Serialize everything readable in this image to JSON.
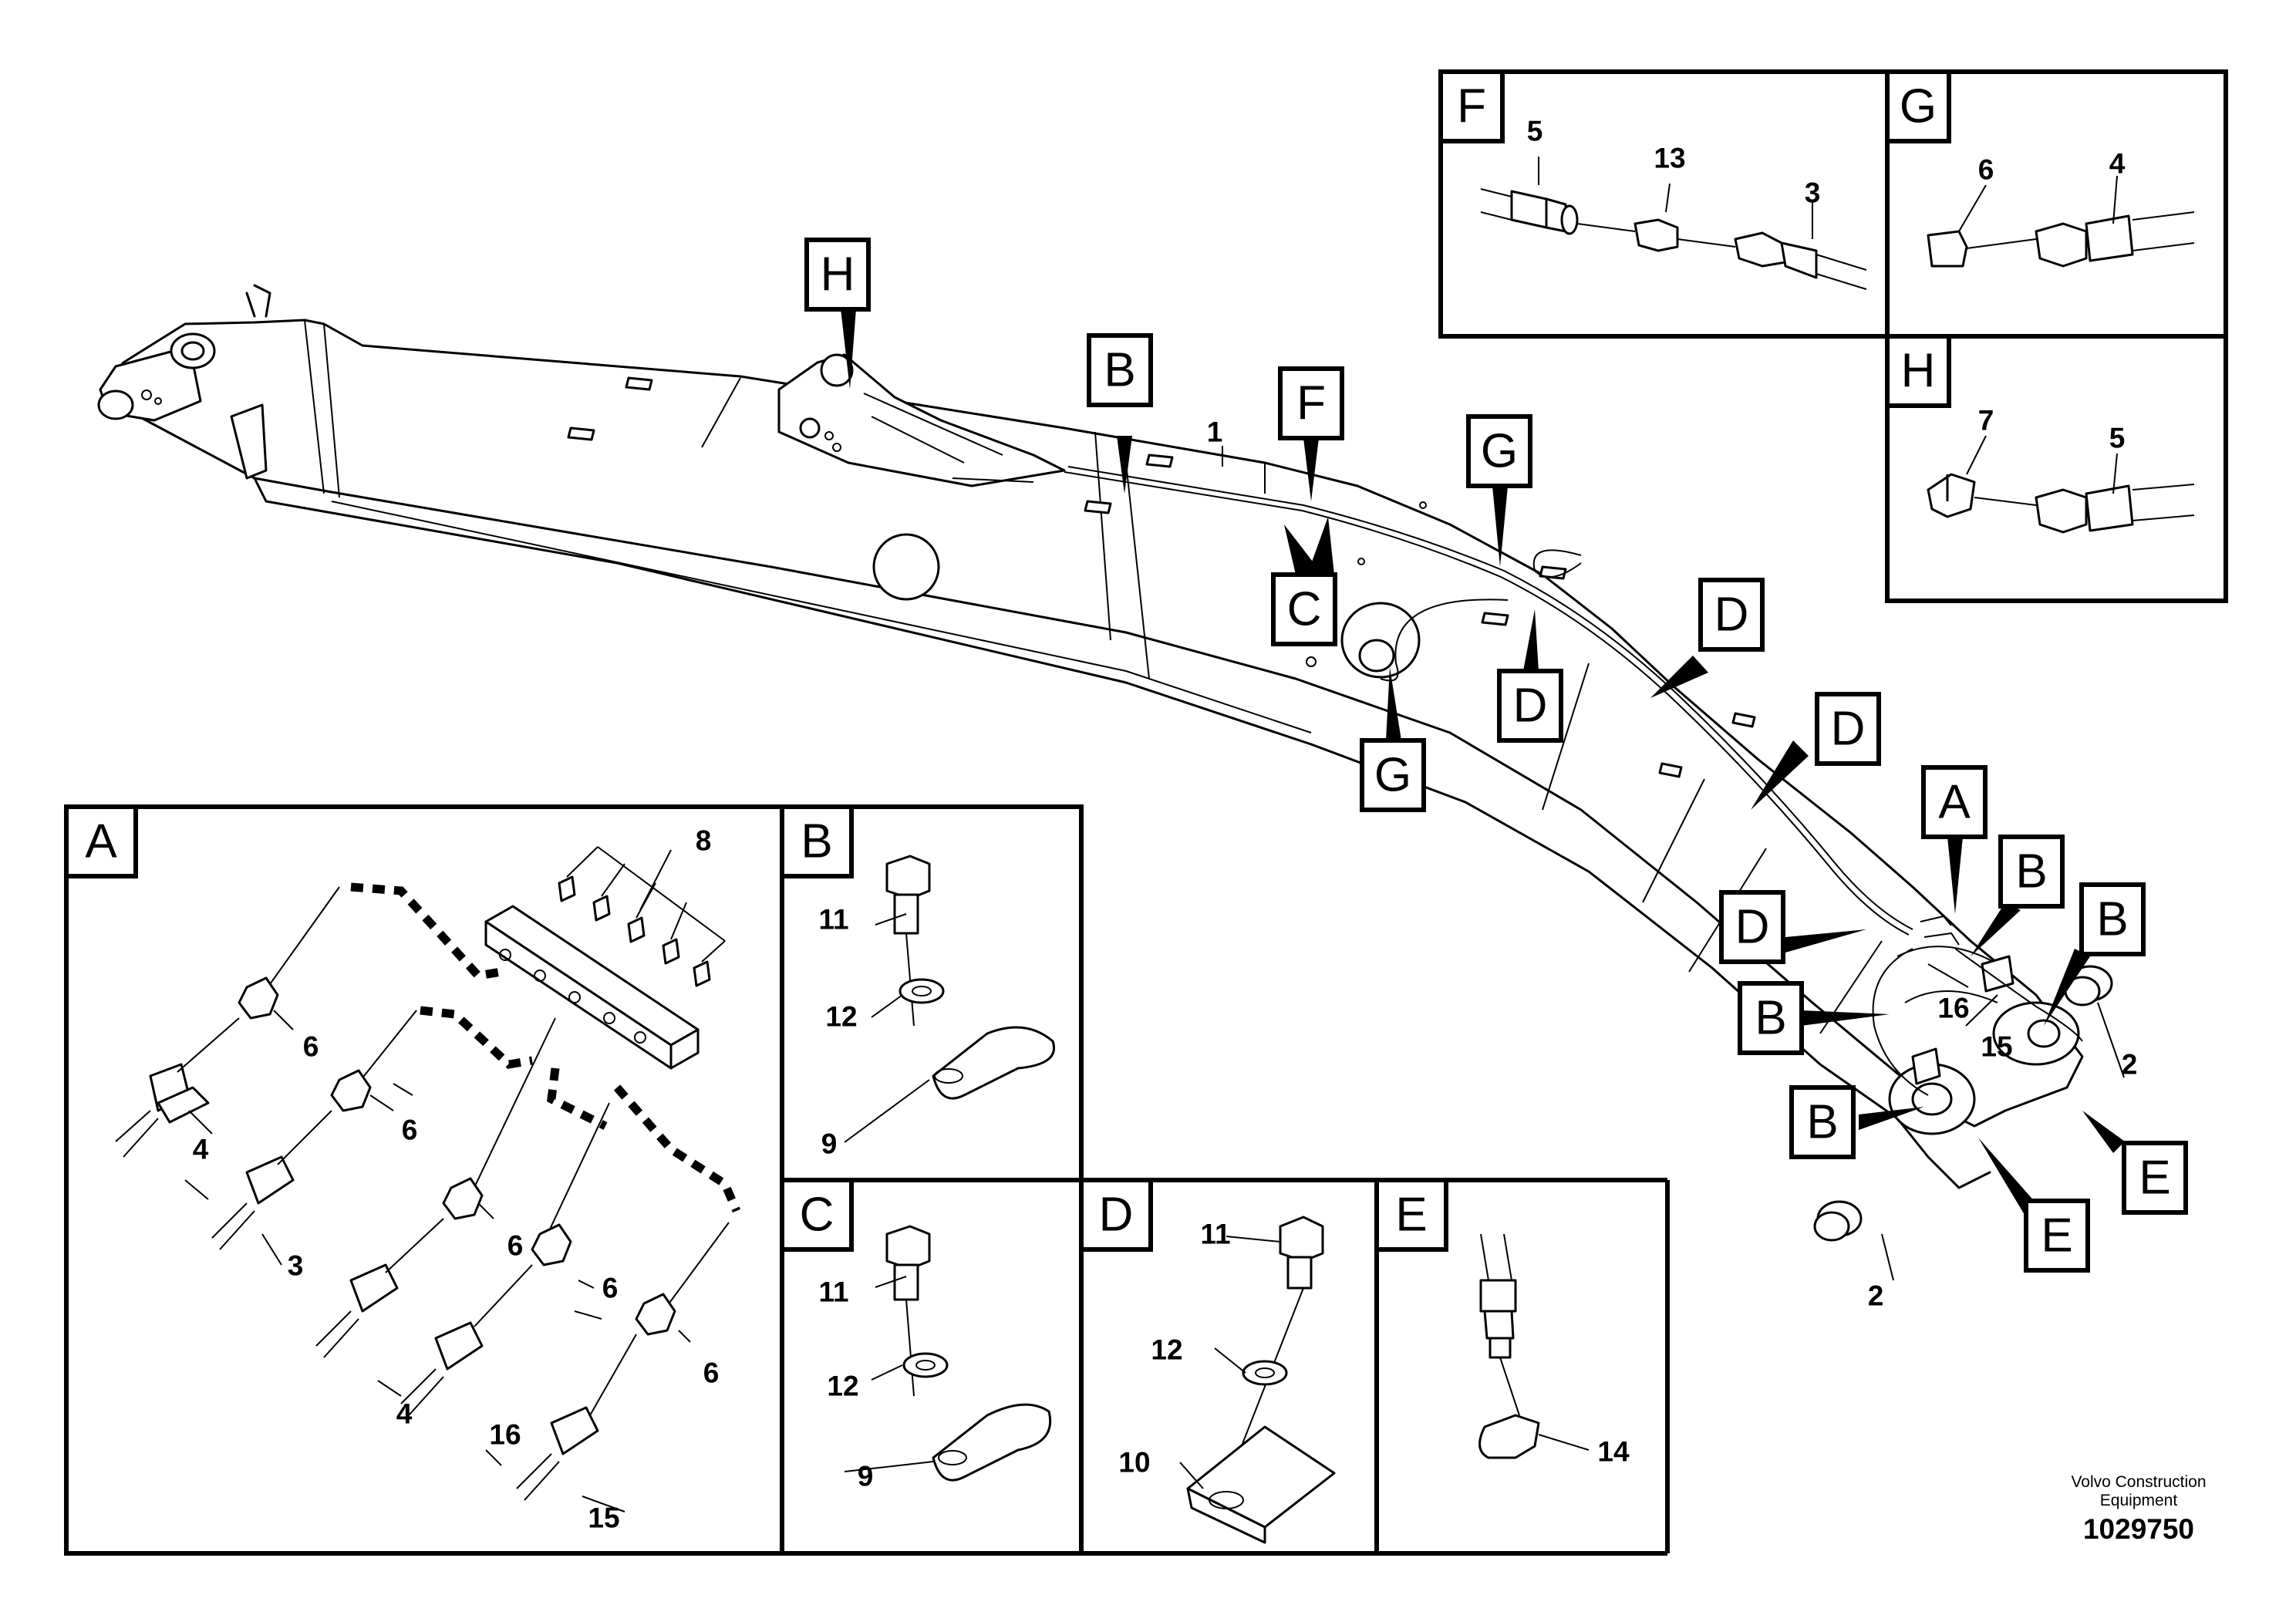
{
  "callouts": {
    "H": "H",
    "B": "B",
    "F": "F",
    "C": "C",
    "G": "G",
    "D": "D",
    "A": "A",
    "E": "E"
  },
  "numbers": {
    "n1": "1",
    "n2": "2",
    "n3": "3",
    "n4": "4",
    "n5": "5",
    "n6": "6",
    "n7": "7",
    "n8": "8",
    "n9": "9",
    "n10": "10",
    "n11": "11",
    "n12": "12",
    "n13": "13",
    "n14": "14",
    "n15": "15",
    "n16": "16"
  },
  "footer": {
    "maker_line1": "Volvo Construction",
    "maker_line2": "Equipment",
    "drawing_number": "1029750"
  }
}
